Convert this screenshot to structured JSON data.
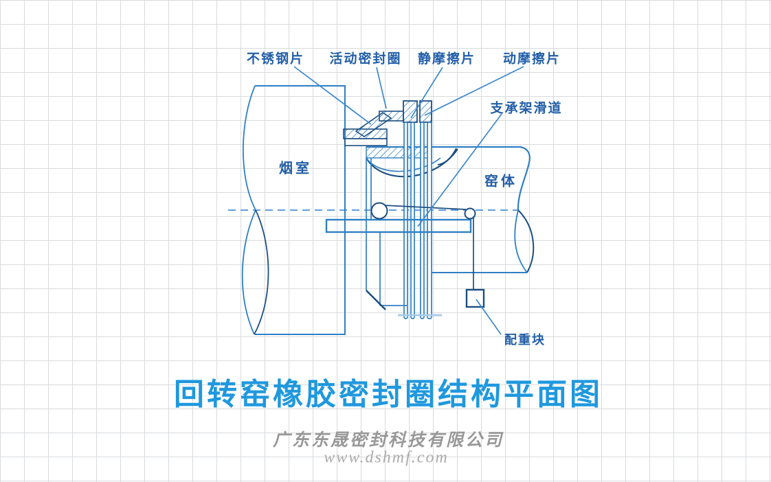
{
  "title": {
    "text": "回转窑橡胶密封圈结构平面图",
    "color": "#1f98de"
  },
  "watermark": {
    "company": "广东东晟密封科技有限公司",
    "website": "www.dshmf.com"
  },
  "diagram": {
    "labels": {
      "stainless_steel_sheet": "不锈钢片",
      "movable_seal_ring": "活动密封圈",
      "static_friction_plate": "静摩擦片",
      "dynamic_friction_plate": "动摩擦片",
      "support_frame_slide": "支承架滑道",
      "smoke_chamber": "烟室",
      "kiln_body": "窑体",
      "counterweight": "配重块"
    },
    "colors": {
      "main_line": "#2e7fc4",
      "dark_line": "#1c4e80",
      "light_line": "#a8cbe9",
      "centerline": "#4a90d9",
      "label_text": "#235fa8",
      "grid": "#d8dadd"
    }
  }
}
